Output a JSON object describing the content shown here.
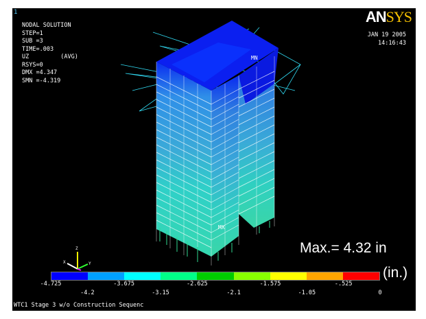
{
  "window": {
    "number": "1",
    "brand_an": "AN",
    "brand_sys": "SYS",
    "date": "JAN 19 2005",
    "time": "14:16:43",
    "subtitle": "WTC1 Stage 3 w/o Construction Sequenc"
  },
  "info_lines": [
    "NODAL SOLUTION",
    "",
    "STEP=1",
    "SUB =3",
    "TIME=.003",
    "UZ         (AVG)",
    "RSYS=0",
    "DMX =4.347",
    "SMN =-4.319"
  ],
  "model_labels": {
    "min_marker": "MN",
    "max_marker": "MX",
    "triad_z": "Z",
    "triad_x": "X",
    "triad_y": "Y"
  },
  "annotation": {
    "max_text": "Max.= 4.32 in",
    "unit_text": "(in.)"
  },
  "legend": {
    "colors": [
      "#0000ff",
      "#00a0ff",
      "#00ffff",
      "#00ff88",
      "#00cc00",
      "#88ff00",
      "#ffff00",
      "#ffa500",
      "#ff0000"
    ],
    "upper_ticks": [
      "-4.725",
      "-3.675",
      "-2.625",
      "-1.575",
      "-.525"
    ],
    "lower_ticks": [
      "-4.2",
      "-3.15",
      "-2.1",
      "-1.05",
      "0"
    ]
  }
}
